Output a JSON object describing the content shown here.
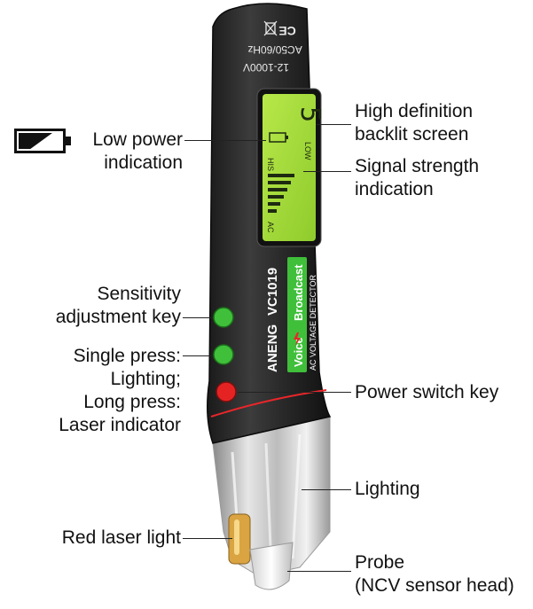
{
  "device": {
    "brand": "ANENG",
    "model": "VC1019",
    "feature": "Voice",
    "feature2": "Broadcast",
    "subtitle": "AC VOLTAGE DETECTOR",
    "range_text": "12-1000V",
    "freq_text": "AC50/60Hz",
    "cert_text": "CE",
    "screen_digit": "5",
    "screen_low": "LOW",
    "screen_his": "HIS",
    "screen_ac": "AC"
  },
  "labels": {
    "low_power": [
      "Low power",
      "indication"
    ],
    "screen": [
      "High definition",
      "backlit screen"
    ],
    "signal": [
      "Signal strength",
      "indication"
    ],
    "sensitivity": [
      "Sensitivity",
      "adjustment key"
    ],
    "single_press": [
      "Single press:",
      "Lighting;",
      "Long press:",
      "Laser indicator"
    ],
    "power": [
      "Power switch key"
    ],
    "lighting": [
      "Lighting"
    ],
    "laser": [
      "Red laser light"
    ],
    "probe": [
      "Probe",
      "(NCV sensor head)"
    ]
  },
  "colors": {
    "body": "#2b2b2b",
    "screen": "#a6dc3a",
    "button_green": "#3fbf3a",
    "button_red": "#e52323",
    "accent_red": "#e8262a",
    "laser_gold": "#d9a441"
  },
  "icons": [
    "battery-low-icon",
    "lightning-icon",
    "recycle-bin-icon"
  ]
}
